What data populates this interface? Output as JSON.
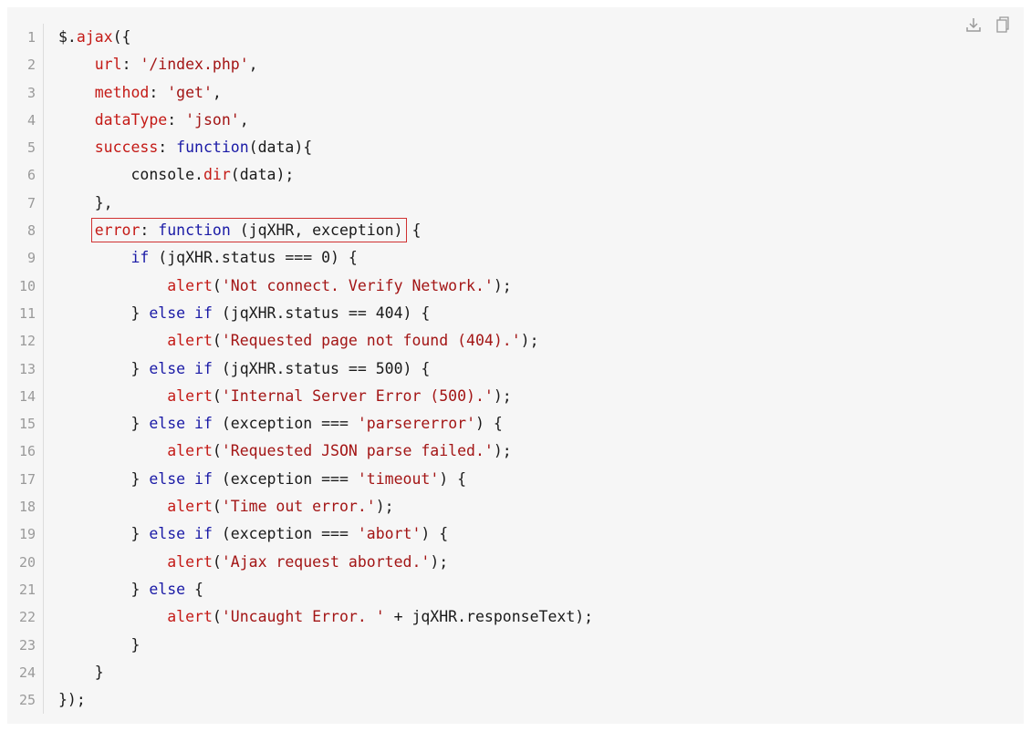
{
  "toolbar": {
    "download_icon": "download-icon",
    "copy_icon": "copy-icon"
  },
  "colors": {
    "keyword": "#1a1aa6",
    "property": "#c41a16",
    "string": "#a31515",
    "highlight_box": "#d03131"
  },
  "code": {
    "line_numbers": [
      "1",
      "2",
      "3",
      "4",
      "5",
      "6",
      "7",
      "8",
      "9",
      "10",
      "11",
      "12",
      "13",
      "14",
      "15",
      "16",
      "17",
      "18",
      "19",
      "20",
      "21",
      "22",
      "23",
      "24",
      "25"
    ],
    "lines": [
      {
        "indent": "",
        "parts": [
          [
            "$.",
            ""
          ],
          [
            "ajax",
            "p"
          ],
          [
            "({",
            ""
          ]
        ]
      },
      {
        "indent": "    ",
        "parts": [
          [
            "url",
            "p"
          ],
          [
            ": ",
            ""
          ],
          [
            "'/index.php'",
            "s"
          ],
          [
            ",",
            ""
          ]
        ]
      },
      {
        "indent": "    ",
        "parts": [
          [
            "method",
            "p"
          ],
          [
            ": ",
            ""
          ],
          [
            "'get'",
            "s"
          ],
          [
            ",",
            ""
          ]
        ]
      },
      {
        "indent": "    ",
        "parts": [
          [
            "dataType",
            "p"
          ],
          [
            ": ",
            ""
          ],
          [
            "'json'",
            "s"
          ],
          [
            ",",
            ""
          ]
        ]
      },
      {
        "indent": "    ",
        "parts": [
          [
            "success",
            "p"
          ],
          [
            ": ",
            ""
          ],
          [
            "function",
            "k"
          ],
          [
            "(data){",
            ""
          ]
        ]
      },
      {
        "indent": "        ",
        "parts": [
          [
            "console.",
            ""
          ],
          [
            "dir",
            "p"
          ],
          [
            "(data);",
            ""
          ]
        ]
      },
      {
        "indent": "    ",
        "parts": [
          [
            "},",
            ""
          ]
        ]
      },
      {
        "indent": "    ",
        "highlight": true,
        "parts": [
          [
            "error",
            "p"
          ],
          [
            ": ",
            ""
          ],
          [
            "function",
            "k"
          ],
          [
            " (jqXHR, exception)",
            ""
          ]
        ],
        "after": " {"
      },
      {
        "indent": "        ",
        "parts": [
          [
            "if",
            "k"
          ],
          [
            " (jqXHR.status === 0) {",
            ""
          ]
        ]
      },
      {
        "indent": "            ",
        "parts": [
          [
            "alert",
            "p"
          ],
          [
            "(",
            ""
          ],
          [
            "'Not connect. Verify Network.'",
            "s"
          ],
          [
            ");",
            ""
          ]
        ]
      },
      {
        "indent": "        ",
        "parts": [
          [
            "} ",
            ""
          ],
          [
            "else",
            "k"
          ],
          [
            " ",
            ""
          ],
          [
            "if",
            "k"
          ],
          [
            " (jqXHR.status == 404) {",
            ""
          ]
        ]
      },
      {
        "indent": "            ",
        "parts": [
          [
            "alert",
            "p"
          ],
          [
            "(",
            ""
          ],
          [
            "'Requested page not found (404).'",
            "s"
          ],
          [
            ");",
            ""
          ]
        ]
      },
      {
        "indent": "        ",
        "parts": [
          [
            "} ",
            ""
          ],
          [
            "else",
            "k"
          ],
          [
            " ",
            ""
          ],
          [
            "if",
            "k"
          ],
          [
            " (jqXHR.status == 500) {",
            ""
          ]
        ]
      },
      {
        "indent": "            ",
        "parts": [
          [
            "alert",
            "p"
          ],
          [
            "(",
            ""
          ],
          [
            "'Internal Server Error (500).'",
            "s"
          ],
          [
            ");",
            ""
          ]
        ]
      },
      {
        "indent": "        ",
        "parts": [
          [
            "} ",
            ""
          ],
          [
            "else",
            "k"
          ],
          [
            " ",
            ""
          ],
          [
            "if",
            "k"
          ],
          [
            " (exception === ",
            ""
          ],
          [
            "'parsererror'",
            "s"
          ],
          [
            ") {",
            ""
          ]
        ]
      },
      {
        "indent": "            ",
        "parts": [
          [
            "alert",
            "p"
          ],
          [
            "(",
            ""
          ],
          [
            "'Requested JSON parse failed.'",
            "s"
          ],
          [
            ");",
            ""
          ]
        ]
      },
      {
        "indent": "        ",
        "parts": [
          [
            "} ",
            ""
          ],
          [
            "else",
            "k"
          ],
          [
            " ",
            ""
          ],
          [
            "if",
            "k"
          ],
          [
            " (exception === ",
            ""
          ],
          [
            "'timeout'",
            "s"
          ],
          [
            ") {",
            ""
          ]
        ]
      },
      {
        "indent": "            ",
        "parts": [
          [
            "alert",
            "p"
          ],
          [
            "(",
            ""
          ],
          [
            "'Time out error.'",
            "s"
          ],
          [
            ");",
            ""
          ]
        ]
      },
      {
        "indent": "        ",
        "parts": [
          [
            "} ",
            ""
          ],
          [
            "else",
            "k"
          ],
          [
            " ",
            ""
          ],
          [
            "if",
            "k"
          ],
          [
            " (exception === ",
            ""
          ],
          [
            "'abort'",
            "s"
          ],
          [
            ") {",
            ""
          ]
        ]
      },
      {
        "indent": "            ",
        "parts": [
          [
            "alert",
            "p"
          ],
          [
            "(",
            ""
          ],
          [
            "'Ajax request aborted.'",
            "s"
          ],
          [
            ");",
            ""
          ]
        ]
      },
      {
        "indent": "        ",
        "parts": [
          [
            "} ",
            ""
          ],
          [
            "else",
            "k"
          ],
          [
            " {",
            ""
          ]
        ]
      },
      {
        "indent": "            ",
        "parts": [
          [
            "alert",
            "p"
          ],
          [
            "(",
            ""
          ],
          [
            "'Uncaught Error. '",
            "s"
          ],
          [
            " + jqXHR.responseText);",
            ""
          ]
        ]
      },
      {
        "indent": "        ",
        "parts": [
          [
            "}",
            ""
          ]
        ]
      },
      {
        "indent": "    ",
        "parts": [
          [
            "}",
            ""
          ]
        ]
      },
      {
        "indent": "",
        "parts": [
          [
            "});",
            ""
          ]
        ]
      }
    ]
  }
}
